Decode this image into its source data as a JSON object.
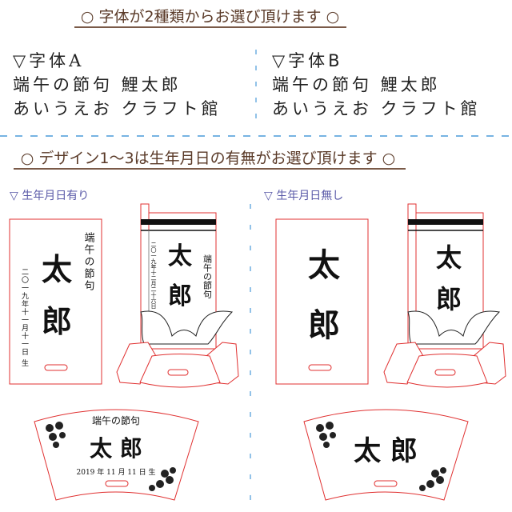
{
  "section1": {
    "title": "○ 字体が2種類からお選び頂けます ○",
    "fontA": {
      "heading": "▽字体A",
      "line1": "端午の節句 鯉太郎",
      "line2": "あいうえお クラフト館"
    },
    "fontB": {
      "heading": "▽字体B",
      "line1": "端午の節句 鯉太郎",
      "line2": "あいうえお クラフト館"
    }
  },
  "section2": {
    "title": "○ デザイン1〜3は生年月日の有無がお選び頂けます ○",
    "with_birthday_label": "▽ 生年月日有り",
    "without_birthday_label": "▽ 生年月日無し"
  },
  "plates": {
    "occasion": "端午の節句",
    "name_1": "太",
    "name_2": "郎",
    "name_full": "太 郎",
    "date_vertical_1": "二〇一九年十一月十一日 生",
    "date_vertical_2": "二〇一九年十二月二十六日",
    "date_horizontal": "2019 年 11 月 11 日 生"
  },
  "colors": {
    "cut_line": "#e03030",
    "title_text": "#5a3a28",
    "divider": "#4a9ad8",
    "label": "#5a5aa8"
  }
}
